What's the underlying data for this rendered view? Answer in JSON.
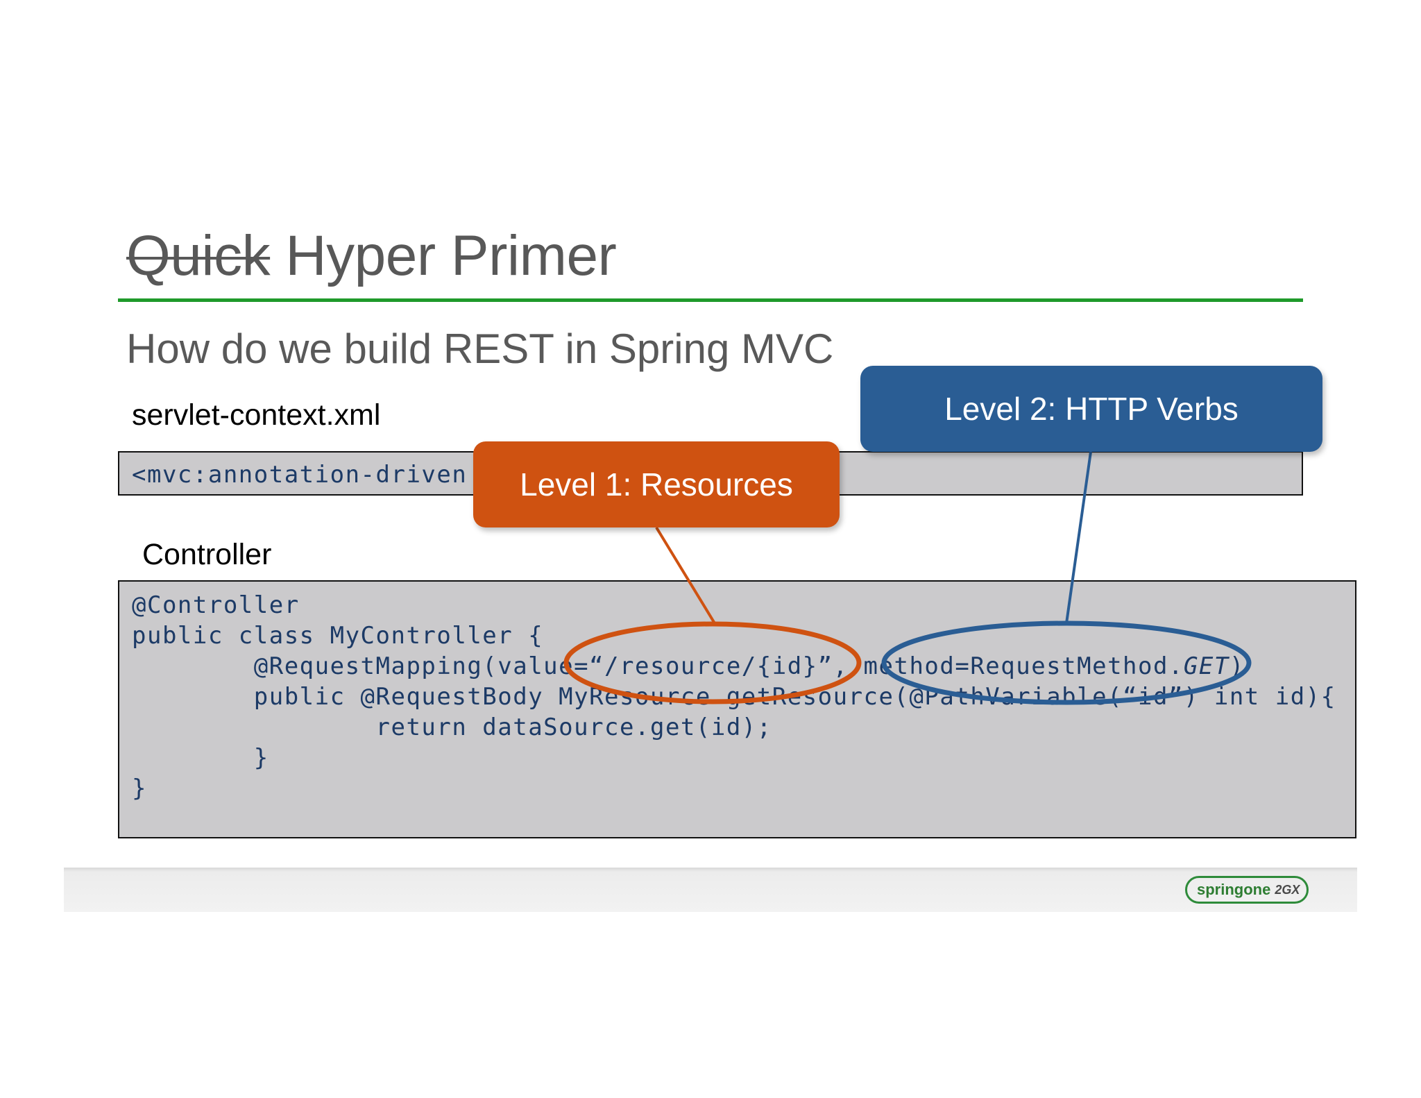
{
  "slide": {
    "title_struck": "Quick",
    "title_rest": "Hyper Primer",
    "subtitle": "How do we build REST in Spring MVC",
    "xml_label": "servlet-context.xml",
    "xml_code": "<mvc:annotation-driven",
    "controller_label": "Controller",
    "code_lines": [
      "@Controller",
      "public class MyController {",
      "        @RequestMapping(value=“/resource/{id}”, method=RequestMethod.",
      "        public @RequestBody MyResource getResource(@PathVariable(“id”) int id){",
      "                return dataSource.get(id);",
      "        }",
      "}"
    ],
    "code_get": "GET",
    "code_close": ")"
  },
  "callouts": {
    "level1": "Level 1: Resources",
    "level2": "Level 2: HTTP Verbs"
  },
  "footer": {
    "logo_text": "springone",
    "logo_badge": "2GX"
  },
  "colors": {
    "orange": "#cf5211",
    "blue": "#2a5d94",
    "rule_green": "#1f9a2b"
  }
}
